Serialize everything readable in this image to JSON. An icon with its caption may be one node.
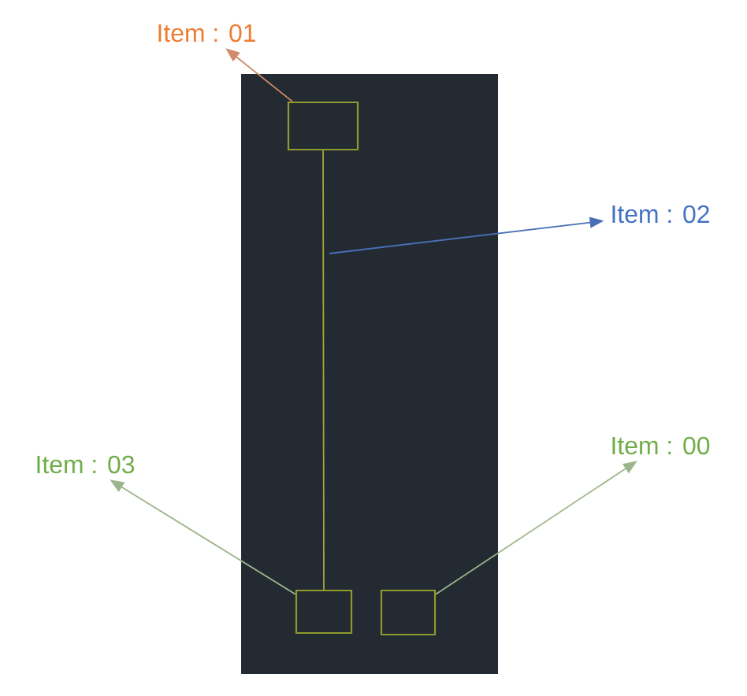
{
  "diagram": {
    "nodes": [
      {
        "text": [],
        "shape": "box"
      },
      {
        "text": [],
        "shape": "box",
        "in": 0
      },
      {
        "text": [],
        "shape": "box",
        "in": 0
      },
      {
        "text": [],
        "shape": "box",
        "in": 0
      },
      {
        "text": [
          "Item : 01"
        ]
      },
      {
        "text": [
          "Item : 02"
        ]
      },
      {
        "text": [
          "Item : 03"
        ]
      },
      {
        "text": [
          "Item : 00"
        ]
      }
    ],
    "edges": [
      {
        "from": 1,
        "to": 2,
        "arrow": "none",
        "color": "#a3a83a"
      },
      {
        "from": 1,
        "to": 4,
        "arrow": "to",
        "color": "#d08b68"
      },
      {
        "from": null,
        "to": 5,
        "arrow": "to",
        "color": "#4a6fb8"
      },
      {
        "from": 2,
        "to": 6,
        "arrow": "to",
        "color": "#9db58c"
      },
      {
        "from": 3,
        "to": 7,
        "arrow": "to",
        "color": "#9db58c"
      }
    ]
  }
}
